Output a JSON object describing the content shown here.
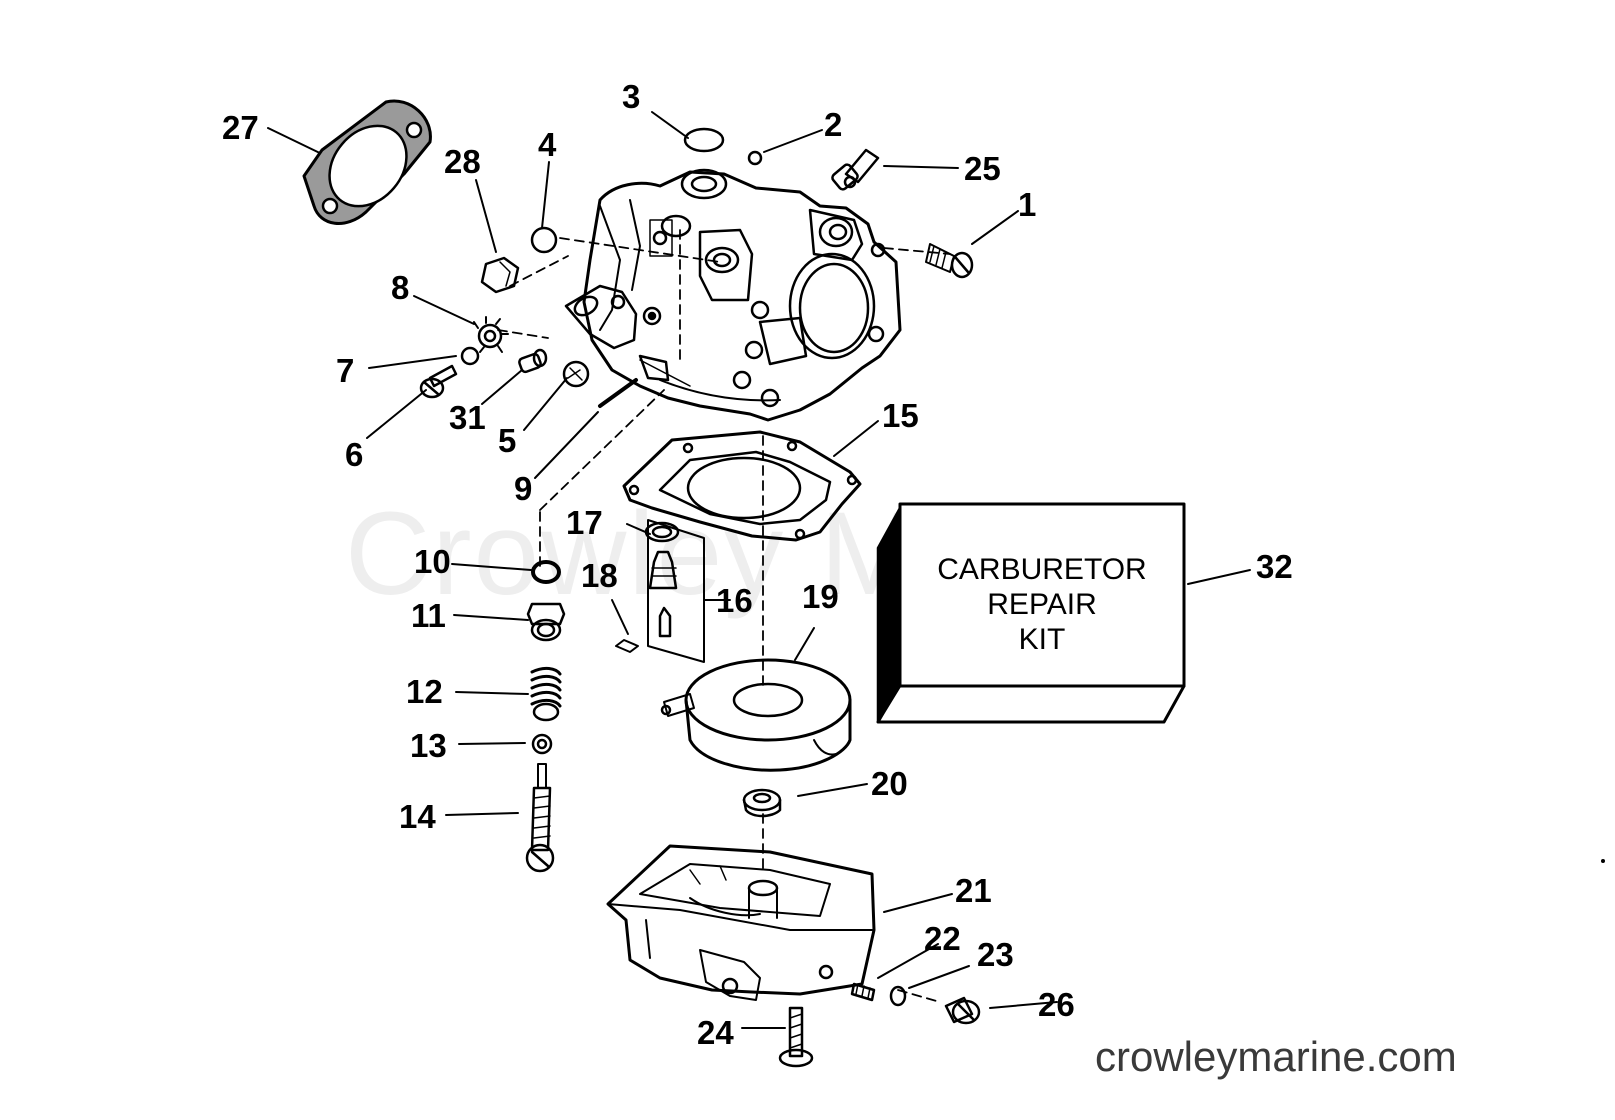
{
  "watermark": "Crowley Marine",
  "site": "crowleymarine.com",
  "kit_label": [
    "CARBURETOR",
    "REPAIR",
    "KIT"
  ],
  "callouts": {
    "c1": "1",
    "c2": "2",
    "c3": "3",
    "c4": "4",
    "c5": "5",
    "c6": "6",
    "c7": "7",
    "c8": "8",
    "c9": "9",
    "c10": "10",
    "c11": "11",
    "c12": "12",
    "c13": "13",
    "c14": "14",
    "c15": "15",
    "c16": "16",
    "c17": "17",
    "c18": "18",
    "c19": "19",
    "c20": "20",
    "c21": "21",
    "c22": "22",
    "c23": "23",
    "c24": "24",
    "c25": "25",
    "c26": "26",
    "c27": "27",
    "c28": "28",
    "c31": "31",
    "c32": "32"
  }
}
